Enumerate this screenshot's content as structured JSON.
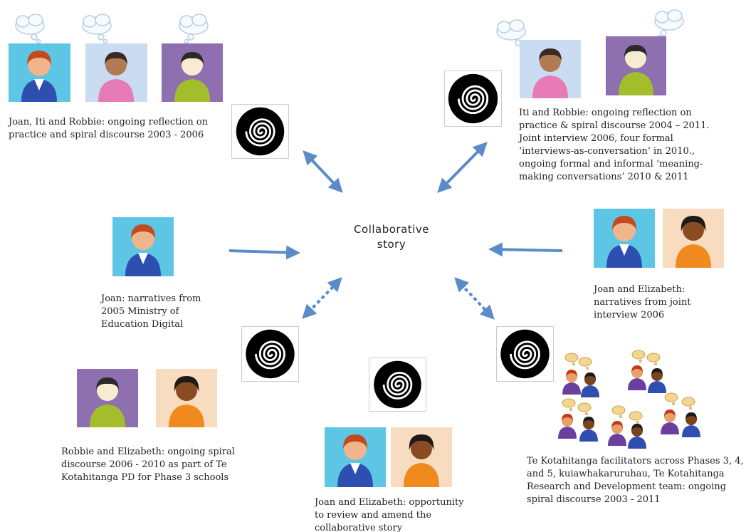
{
  "center": {
    "line1": "Collaborative",
    "line2": "story"
  },
  "captions": {
    "top_left": "Joan, Iti and Robbie: ongoing reflection on\npractice and spiral discourse 2003 - 2006",
    "top_right": "Iti and Robbie: ongoing reflection on\npractice & spiral discourse 2004 – 2011.\nJoint interview 2006, four formal\n‘interviews-as-conversation’ in 2010.,\nongoing formal and informal  ‘meaning-\nmaking conversations’ 2010 & 2011",
    "middle_left": "Joan: narratives from\n2005 Ministry of\nEducation Digital",
    "middle_right": "Joan and Elizabeth:\nnarratives from joint\ninterview 2006",
    "bottom_left": "Robbie and Elizabeth: ongoing spiral\ndiscourse 2006 - 2010 as part of Te\nKotahitanga PD for Phase 3 schools",
    "bottom_center": "Joan and Elizabeth: opportunity\nto review and amend the\ncollaborative story",
    "bottom_right": "Te Kotahitanga facilitators across Phases 3, 4,\nand 5, kuiawhakaruruhau, Te Kotahitanga\nResearch and Development team: ongoing\nspiral discourse 2003 - 2011"
  },
  "colors": {
    "arrow": "#5b8cc8",
    "cyan_bg": "#5cc6e4",
    "lightblue_bg": "#c9dcf2",
    "purple_bg": "#8e6fb0",
    "peach_bg": "#f8dcc0",
    "blue_shirt": "#2e4fb0",
    "pink_shirt": "#e77bb5",
    "lime_shirt": "#a3be2a",
    "orange_shirt": "#f08a1f",
    "purple_shirt": "#6a3f9e"
  },
  "icons": {
    "spiral": "spiral-icon",
    "thought_bubble": "thought-bubble-icon",
    "avatars": [
      "joan-avatar",
      "iti-avatar",
      "robbie-avatar",
      "elizabeth-avatar"
    ]
  }
}
